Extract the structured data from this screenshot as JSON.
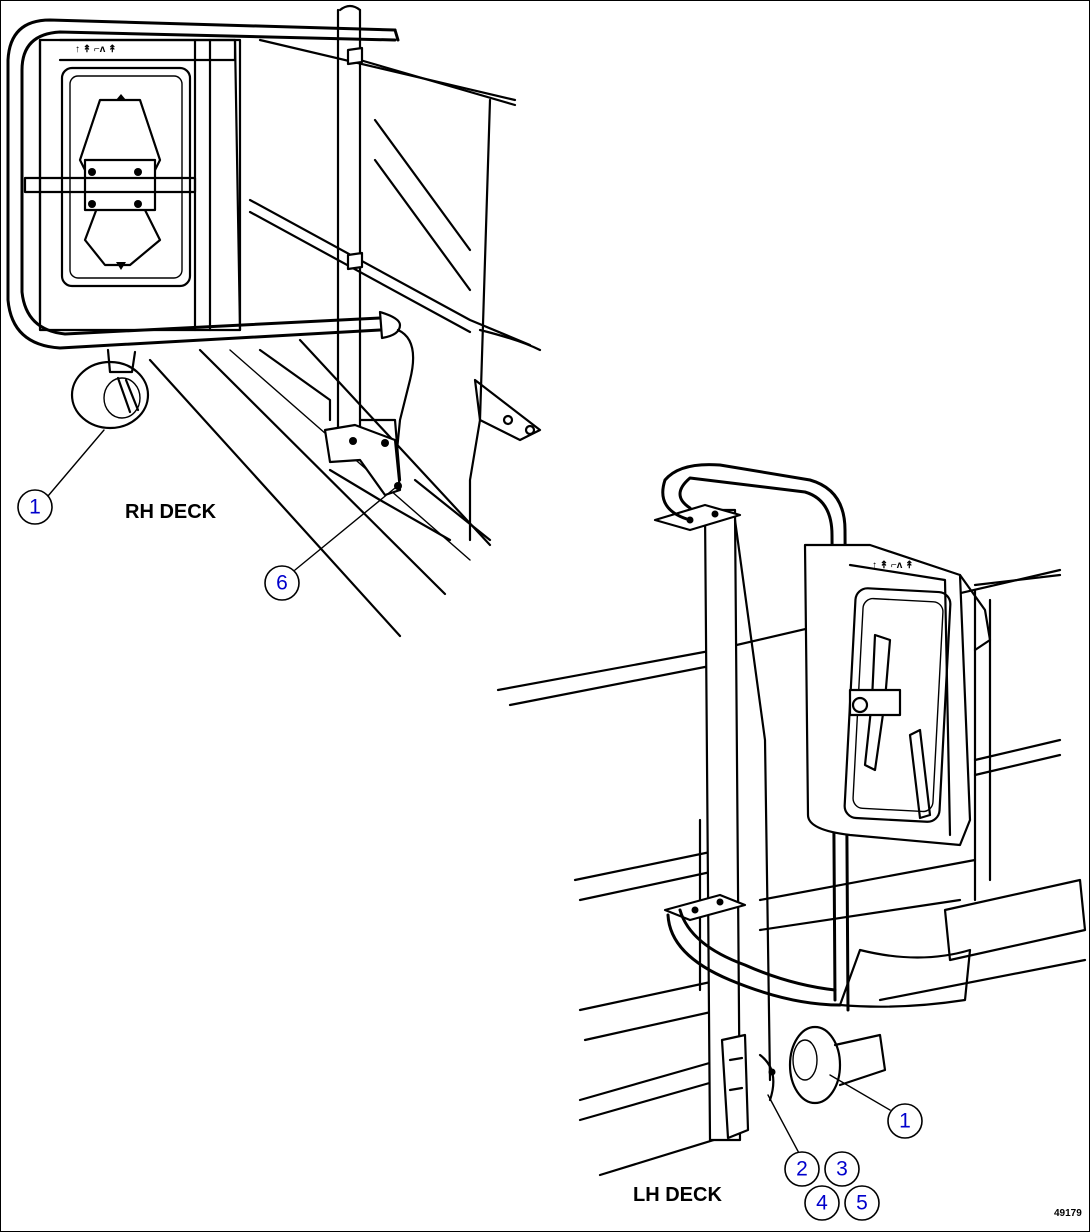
{
  "figure": {
    "id": "49179",
    "labels": {
      "rh_deck": "RH DECK",
      "lh_deck": "LH DECK"
    },
    "callouts": {
      "rh_light": "1",
      "rh_bracket": "6",
      "lh_light": "1",
      "c2": "2",
      "c3": "3",
      "c4": "4",
      "c5": "5"
    },
    "mirror_marks": "↑ ↟ ⌐ʌ ↟"
  },
  "colors": {
    "callout_text": "#0000cc",
    "line": "#000000",
    "background": "#ffffff"
  }
}
